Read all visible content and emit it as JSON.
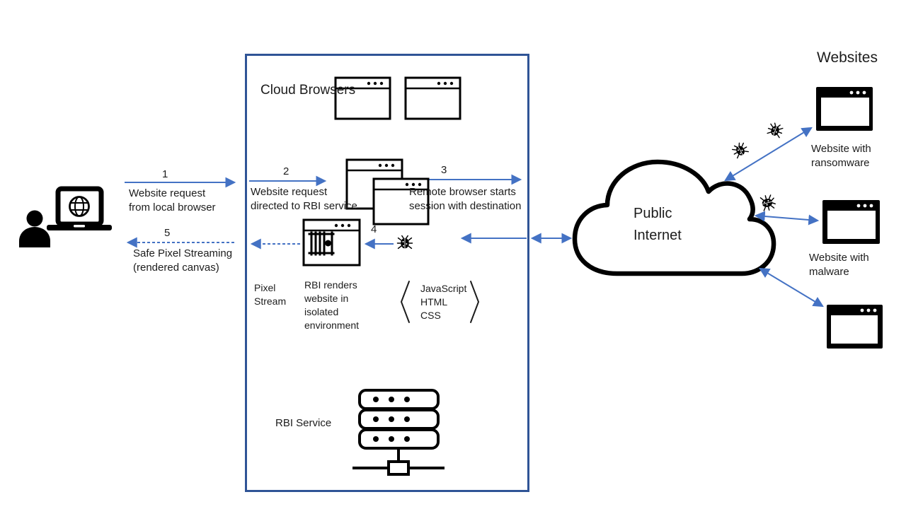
{
  "colors": {
    "arrow_blue": "#4472c4",
    "box_border_blue": "#2f5496",
    "ink_black": "#000000"
  },
  "left": {
    "step1": {
      "num": "1",
      "label": "Website request\nfrom local browser"
    },
    "step5": {
      "num": "5",
      "label": "Safe Pixel Streaming\n(rendered canvas)"
    }
  },
  "box": {
    "title": "Cloud Browsers",
    "step2": {
      "num": "2",
      "label": "Website request\ndirected to RBI service"
    },
    "step3": {
      "num": "3",
      "label": "Remote browser starts\nsession with destination"
    },
    "step4": {
      "num": "4"
    },
    "pixel_stream": "Pixel\nStream",
    "rbi_renders": "RBI renders\nwebsite in\nisolated\nenvironment",
    "code_stack": "JavaScript\nHTML\nCSS",
    "service_label": "RBI Service"
  },
  "cloud": {
    "label": "Public\nInternet"
  },
  "right": {
    "heading": "Websites",
    "site1_label": "Website with\nransomware",
    "site2_label": "Website with\nmalware",
    "site3_label": ""
  },
  "icons": {
    "user": "person-icon",
    "laptop": "laptop-globe-icon",
    "browser": "browser-window-icon",
    "isolated_browser": "jailed-browser-icon",
    "bug": "bug-icon",
    "server": "server-rack-icon",
    "cloud": "cloud-shape"
  }
}
